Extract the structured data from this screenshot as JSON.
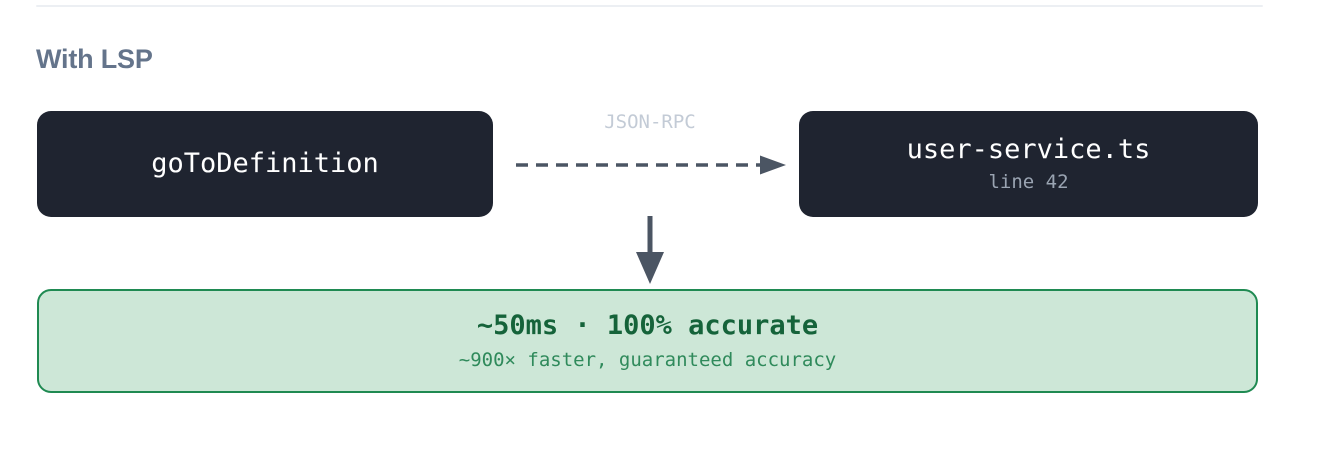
{
  "diagram": {
    "section_title": "With LSP",
    "divider_color": "#eceff3",
    "nodes": [
      {
        "name": "request-node",
        "title": "goToDefinition",
        "subtitle": "",
        "bg_color": "#1f2430",
        "text_color": "#ffffff"
      },
      {
        "name": "target-node",
        "title": "user-service.ts",
        "subtitle": "line 42",
        "bg_color": "#1f2430",
        "text_color": "#ffffff",
        "subtitle_color": "#9aa4b2"
      }
    ],
    "connector": {
      "label": "JSON-RPC",
      "style": "dashed",
      "direction": "right",
      "color": "#4b5563",
      "label_color": "#c3cbd6"
    },
    "down_connector": {
      "style": "solid",
      "direction": "down",
      "color": "#4b5563"
    },
    "result": {
      "headline": "~50ms · 100% accurate",
      "subtext": "~900× faster, guaranteed accuracy",
      "bg_color": "#cde7d7",
      "border_color": "#1f8a52",
      "headline_color": "#15633a",
      "subtext_color": "#2f8a5b"
    }
  }
}
